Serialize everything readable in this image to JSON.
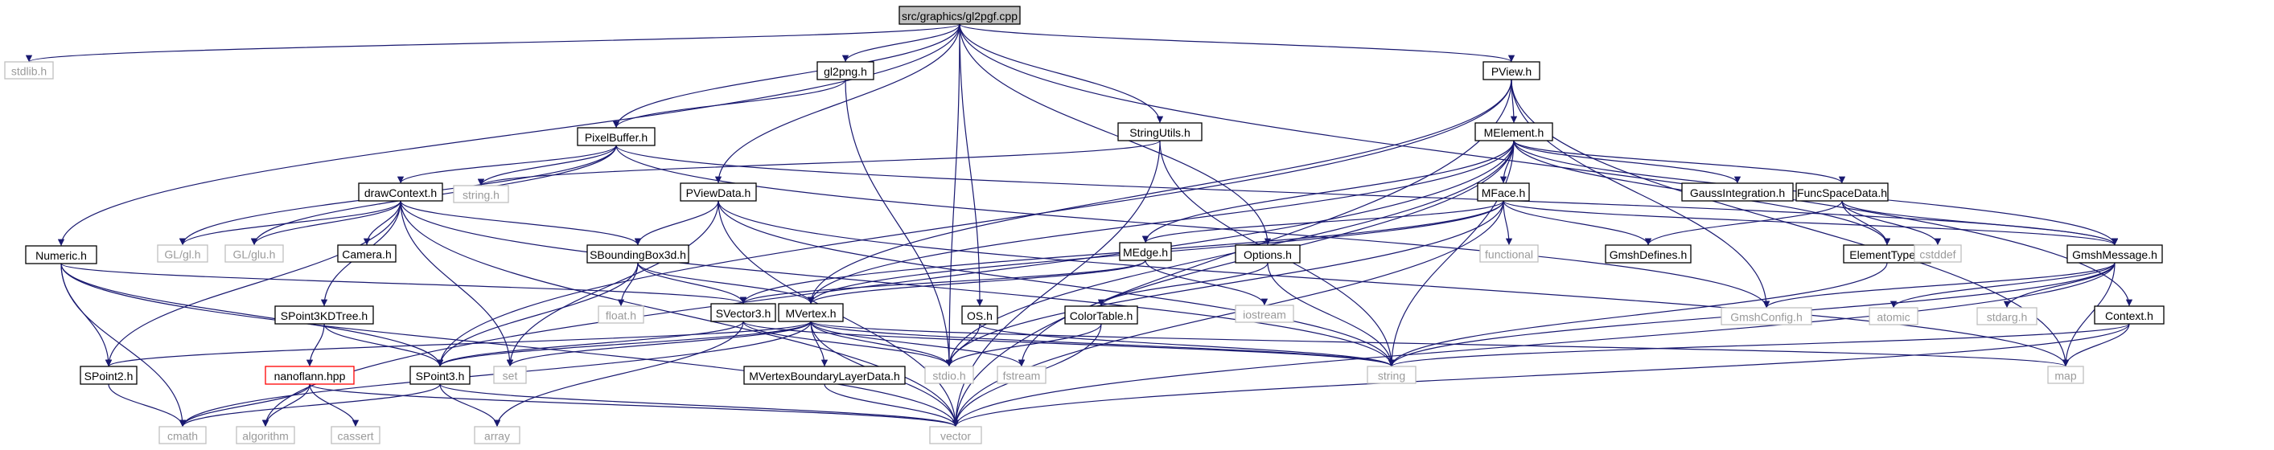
{
  "graph": {
    "root": "src/graphics/gl2pgf.cpp",
    "colors": {
      "edge": "#191970",
      "root_fill": "#bfbfbf",
      "external_border": "#bfbfbf",
      "internal_border": "#000000",
      "highlight_border": "#ff0000"
    },
    "nodes": [
      {
        "id": "root",
        "label": "src/graphics/gl2pgf.cpp",
        "kind": "root"
      },
      {
        "id": "stdlib",
        "label": "stdlib.h",
        "kind": "ext"
      },
      {
        "id": "pixelbuffer",
        "label": "PixelBuffer.h",
        "kind": "int"
      },
      {
        "id": "gl2png",
        "label": "gl2png.h",
        "kind": "int"
      },
      {
        "id": "stringutils",
        "label": "StringUtils.h",
        "kind": "int"
      },
      {
        "id": "pview",
        "label": "PView.h",
        "kind": "int"
      },
      {
        "id": "melement",
        "label": "MElement.h",
        "kind": "int"
      },
      {
        "id": "stringh",
        "label": "string.h",
        "kind": "ext"
      },
      {
        "id": "drawcontext",
        "label": "drawContext.h",
        "kind": "int"
      },
      {
        "id": "pviewdata",
        "label": "PViewData.h",
        "kind": "int"
      },
      {
        "id": "gaussint",
        "label": "GaussIntegration.h",
        "kind": "int"
      },
      {
        "id": "funcspace",
        "label": "FuncSpaceData.h",
        "kind": "int"
      },
      {
        "id": "mface",
        "label": "MFace.h",
        "kind": "int"
      },
      {
        "id": "numeric",
        "label": "Numeric.h",
        "kind": "int"
      },
      {
        "id": "glgl",
        "label": "GL/gl.h",
        "kind": "ext"
      },
      {
        "id": "glglu",
        "label": "GL/glu.h",
        "kind": "ext"
      },
      {
        "id": "camera",
        "label": "Camera.h",
        "kind": "int"
      },
      {
        "id": "sbbox",
        "label": "SBoundingBox3d.h",
        "kind": "int"
      },
      {
        "id": "medge",
        "label": "MEdge.h",
        "kind": "int"
      },
      {
        "id": "options",
        "label": "Options.h",
        "kind": "int"
      },
      {
        "id": "functional",
        "label": "functional",
        "kind": "ext"
      },
      {
        "id": "gmshdefines",
        "label": "GmshDefines.h",
        "kind": "int"
      },
      {
        "id": "elementtype",
        "label": "ElementType.h",
        "kind": "int"
      },
      {
        "id": "cstddef",
        "label": "cstddef",
        "kind": "ext"
      },
      {
        "id": "gmshmessage",
        "label": "GmshMessage.h",
        "kind": "int"
      },
      {
        "id": "spoint3kd",
        "label": "SPoint3KDTree.h",
        "kind": "int"
      },
      {
        "id": "floath",
        "label": "float.h",
        "kind": "ext"
      },
      {
        "id": "svector3",
        "label": "SVector3.h",
        "kind": "int"
      },
      {
        "id": "mvertex",
        "label": "MVertex.h",
        "kind": "int"
      },
      {
        "id": "osh",
        "label": "OS.h",
        "kind": "int"
      },
      {
        "id": "colortable",
        "label": "ColorTable.h",
        "kind": "int"
      },
      {
        "id": "iostream",
        "label": "iostream",
        "kind": "ext"
      },
      {
        "id": "gmshconfig",
        "label": "GmshConfig.h",
        "kind": "ext"
      },
      {
        "id": "atomic",
        "label": "atomic",
        "kind": "ext"
      },
      {
        "id": "stdarg",
        "label": "stdarg.h",
        "kind": "ext"
      },
      {
        "id": "context",
        "label": "Context.h",
        "kind": "int"
      },
      {
        "id": "spoint2",
        "label": "SPoint2.h",
        "kind": "int"
      },
      {
        "id": "nanoflann",
        "label": "nanoflann.hpp",
        "kind": "red"
      },
      {
        "id": "spoint3",
        "label": "SPoint3.h",
        "kind": "int"
      },
      {
        "id": "set",
        "label": "set",
        "kind": "ext"
      },
      {
        "id": "mvblayer",
        "label": "MVertexBoundaryLayerData.h",
        "kind": "int"
      },
      {
        "id": "stdioh",
        "label": "stdio.h",
        "kind": "ext"
      },
      {
        "id": "fstream",
        "label": "fstream",
        "kind": "ext"
      },
      {
        "id": "string",
        "label": "string",
        "kind": "ext"
      },
      {
        "id": "map",
        "label": "map",
        "kind": "ext"
      },
      {
        "id": "cmath",
        "label": "cmath",
        "kind": "ext"
      },
      {
        "id": "algorithm",
        "label": "algorithm",
        "kind": "ext"
      },
      {
        "id": "cassert",
        "label": "cassert",
        "kind": "ext"
      },
      {
        "id": "array",
        "label": "array",
        "kind": "ext"
      },
      {
        "id": "vector",
        "label": "vector",
        "kind": "ext"
      }
    ],
    "edges": [
      [
        "root",
        "stdlib"
      ],
      [
        "root",
        "pixelbuffer"
      ],
      [
        "root",
        "gl2png"
      ],
      [
        "root",
        "stringutils"
      ],
      [
        "root",
        "pview"
      ],
      [
        "root",
        "numeric"
      ],
      [
        "root",
        "pviewdata"
      ],
      [
        "root",
        "options"
      ],
      [
        "root",
        "stdioh"
      ],
      [
        "root",
        "osh"
      ],
      [
        "root",
        "context"
      ],
      [
        "gl2png",
        "pixelbuffer"
      ],
      [
        "gl2png",
        "stdioh"
      ],
      [
        "pixelbuffer",
        "drawcontext"
      ],
      [
        "pixelbuffer",
        "stringh"
      ],
      [
        "pixelbuffer",
        "glgl"
      ],
      [
        "pixelbuffer",
        "glglu"
      ],
      [
        "pixelbuffer",
        "gmshmessage"
      ],
      [
        "pixelbuffer",
        "gmshconfig"
      ],
      [
        "stringutils",
        "string"
      ],
      [
        "stringutils",
        "vector"
      ],
      [
        "stringutils",
        "stringh"
      ],
      [
        "pview",
        "melement"
      ],
      [
        "pview",
        "spoint3"
      ],
      [
        "pview",
        "vector"
      ],
      [
        "pview",
        "map"
      ],
      [
        "pview",
        "mvertex"
      ],
      [
        "pview",
        "gmshconfig"
      ],
      [
        "melement",
        "gaussint"
      ],
      [
        "melement",
        "funcspace"
      ],
      [
        "melement",
        "mface"
      ],
      [
        "melement",
        "medge"
      ],
      [
        "melement",
        "mvertex"
      ],
      [
        "melement",
        "elementtype"
      ],
      [
        "melement",
        "gmshmessage"
      ],
      [
        "melement",
        "string"
      ],
      [
        "melement",
        "fstream"
      ],
      [
        "melement",
        "algorithm"
      ],
      [
        "melement",
        "stdioh"
      ],
      [
        "drawcontext",
        "glgl"
      ],
      [
        "drawcontext",
        "glglu"
      ],
      [
        "drawcontext",
        "camera"
      ],
      [
        "drawcontext",
        "sbbox"
      ],
      [
        "drawcontext",
        "spoint2"
      ],
      [
        "drawcontext",
        "spoint3kd"
      ],
      [
        "drawcontext",
        "set"
      ],
      [
        "drawcontext",
        "vector"
      ],
      [
        "drawcontext",
        "string"
      ],
      [
        "pviewdata",
        "sbbox"
      ],
      [
        "pviewdata",
        "set"
      ],
      [
        "pviewdata",
        "vector"
      ],
      [
        "pviewdata",
        "string"
      ],
      [
        "pviewdata",
        "map"
      ],
      [
        "funcspace",
        "elementtype"
      ],
      [
        "funcspace",
        "gmshdefines"
      ],
      [
        "funcspace",
        "cstddef"
      ],
      [
        "funcspace",
        "gmshmessage"
      ],
      [
        "mface",
        "medge"
      ],
      [
        "mface",
        "mvertex"
      ],
      [
        "mface",
        "svector3"
      ],
      [
        "mface",
        "gmshdefines"
      ],
      [
        "mface",
        "functional"
      ],
      [
        "mface",
        "gmshmessage"
      ],
      [
        "mface",
        "vector"
      ],
      [
        "mface",
        "stdioh"
      ],
      [
        "medge",
        "mvertex"
      ],
      [
        "medge",
        "svector3"
      ],
      [
        "medge",
        "iostream"
      ],
      [
        "numeric",
        "svector3"
      ],
      [
        "numeric",
        "spoint2"
      ],
      [
        "numeric",
        "spoint3"
      ],
      [
        "numeric",
        "cmath"
      ],
      [
        "numeric",
        "vector"
      ],
      [
        "sbbox",
        "svector3"
      ],
      [
        "sbbox",
        "spoint3"
      ],
      [
        "sbbox",
        "floath"
      ],
      [
        "sbbox",
        "mvertex"
      ],
      [
        "options",
        "colortable"
      ],
      [
        "options",
        "string"
      ],
      [
        "elementtype",
        "string"
      ],
      [
        "gmshmessage",
        "gmshconfig"
      ],
      [
        "gmshmessage",
        "atomic"
      ],
      [
        "gmshmessage",
        "stdarg"
      ],
      [
        "gmshmessage",
        "string"
      ],
      [
        "gmshmessage",
        "map"
      ],
      [
        "gmshmessage",
        "vector"
      ],
      [
        "spoint3kd",
        "nanoflann"
      ],
      [
        "spoint3kd",
        "spoint3"
      ],
      [
        "svector3",
        "spoint3"
      ],
      [
        "svector3",
        "array"
      ],
      [
        "svector3",
        "string"
      ],
      [
        "svector3",
        "stdioh"
      ],
      [
        "mvertex",
        "spoint2"
      ],
      [
        "mvertex",
        "spoint3"
      ],
      [
        "mvertex",
        "set"
      ],
      [
        "mvertex",
        "mvblayer"
      ],
      [
        "mvertex",
        "stdioh"
      ],
      [
        "mvertex",
        "fstream"
      ],
      [
        "mvertex",
        "string"
      ],
      [
        "mvertex",
        "map"
      ],
      [
        "mvertex",
        "cmath"
      ],
      [
        "mvertex",
        "vector"
      ],
      [
        "osh",
        "stdioh"
      ],
      [
        "osh",
        "string"
      ],
      [
        "colortable",
        "stdioh"
      ],
      [
        "colortable",
        "vector"
      ],
      [
        "context",
        "string"
      ],
      [
        "context",
        "map"
      ],
      [
        "context",
        "vector"
      ],
      [
        "spoint2",
        "cmath"
      ],
      [
        "nanoflann",
        "cmath"
      ],
      [
        "nanoflann",
        "algorithm"
      ],
      [
        "nanoflann",
        "cassert"
      ],
      [
        "nanoflann",
        "vector"
      ],
      [
        "spoint3",
        "cmath"
      ],
      [
        "spoint3",
        "array"
      ],
      [
        "spoint3",
        "vector"
      ],
      [
        "mvblayer",
        "vector"
      ]
    ]
  }
}
